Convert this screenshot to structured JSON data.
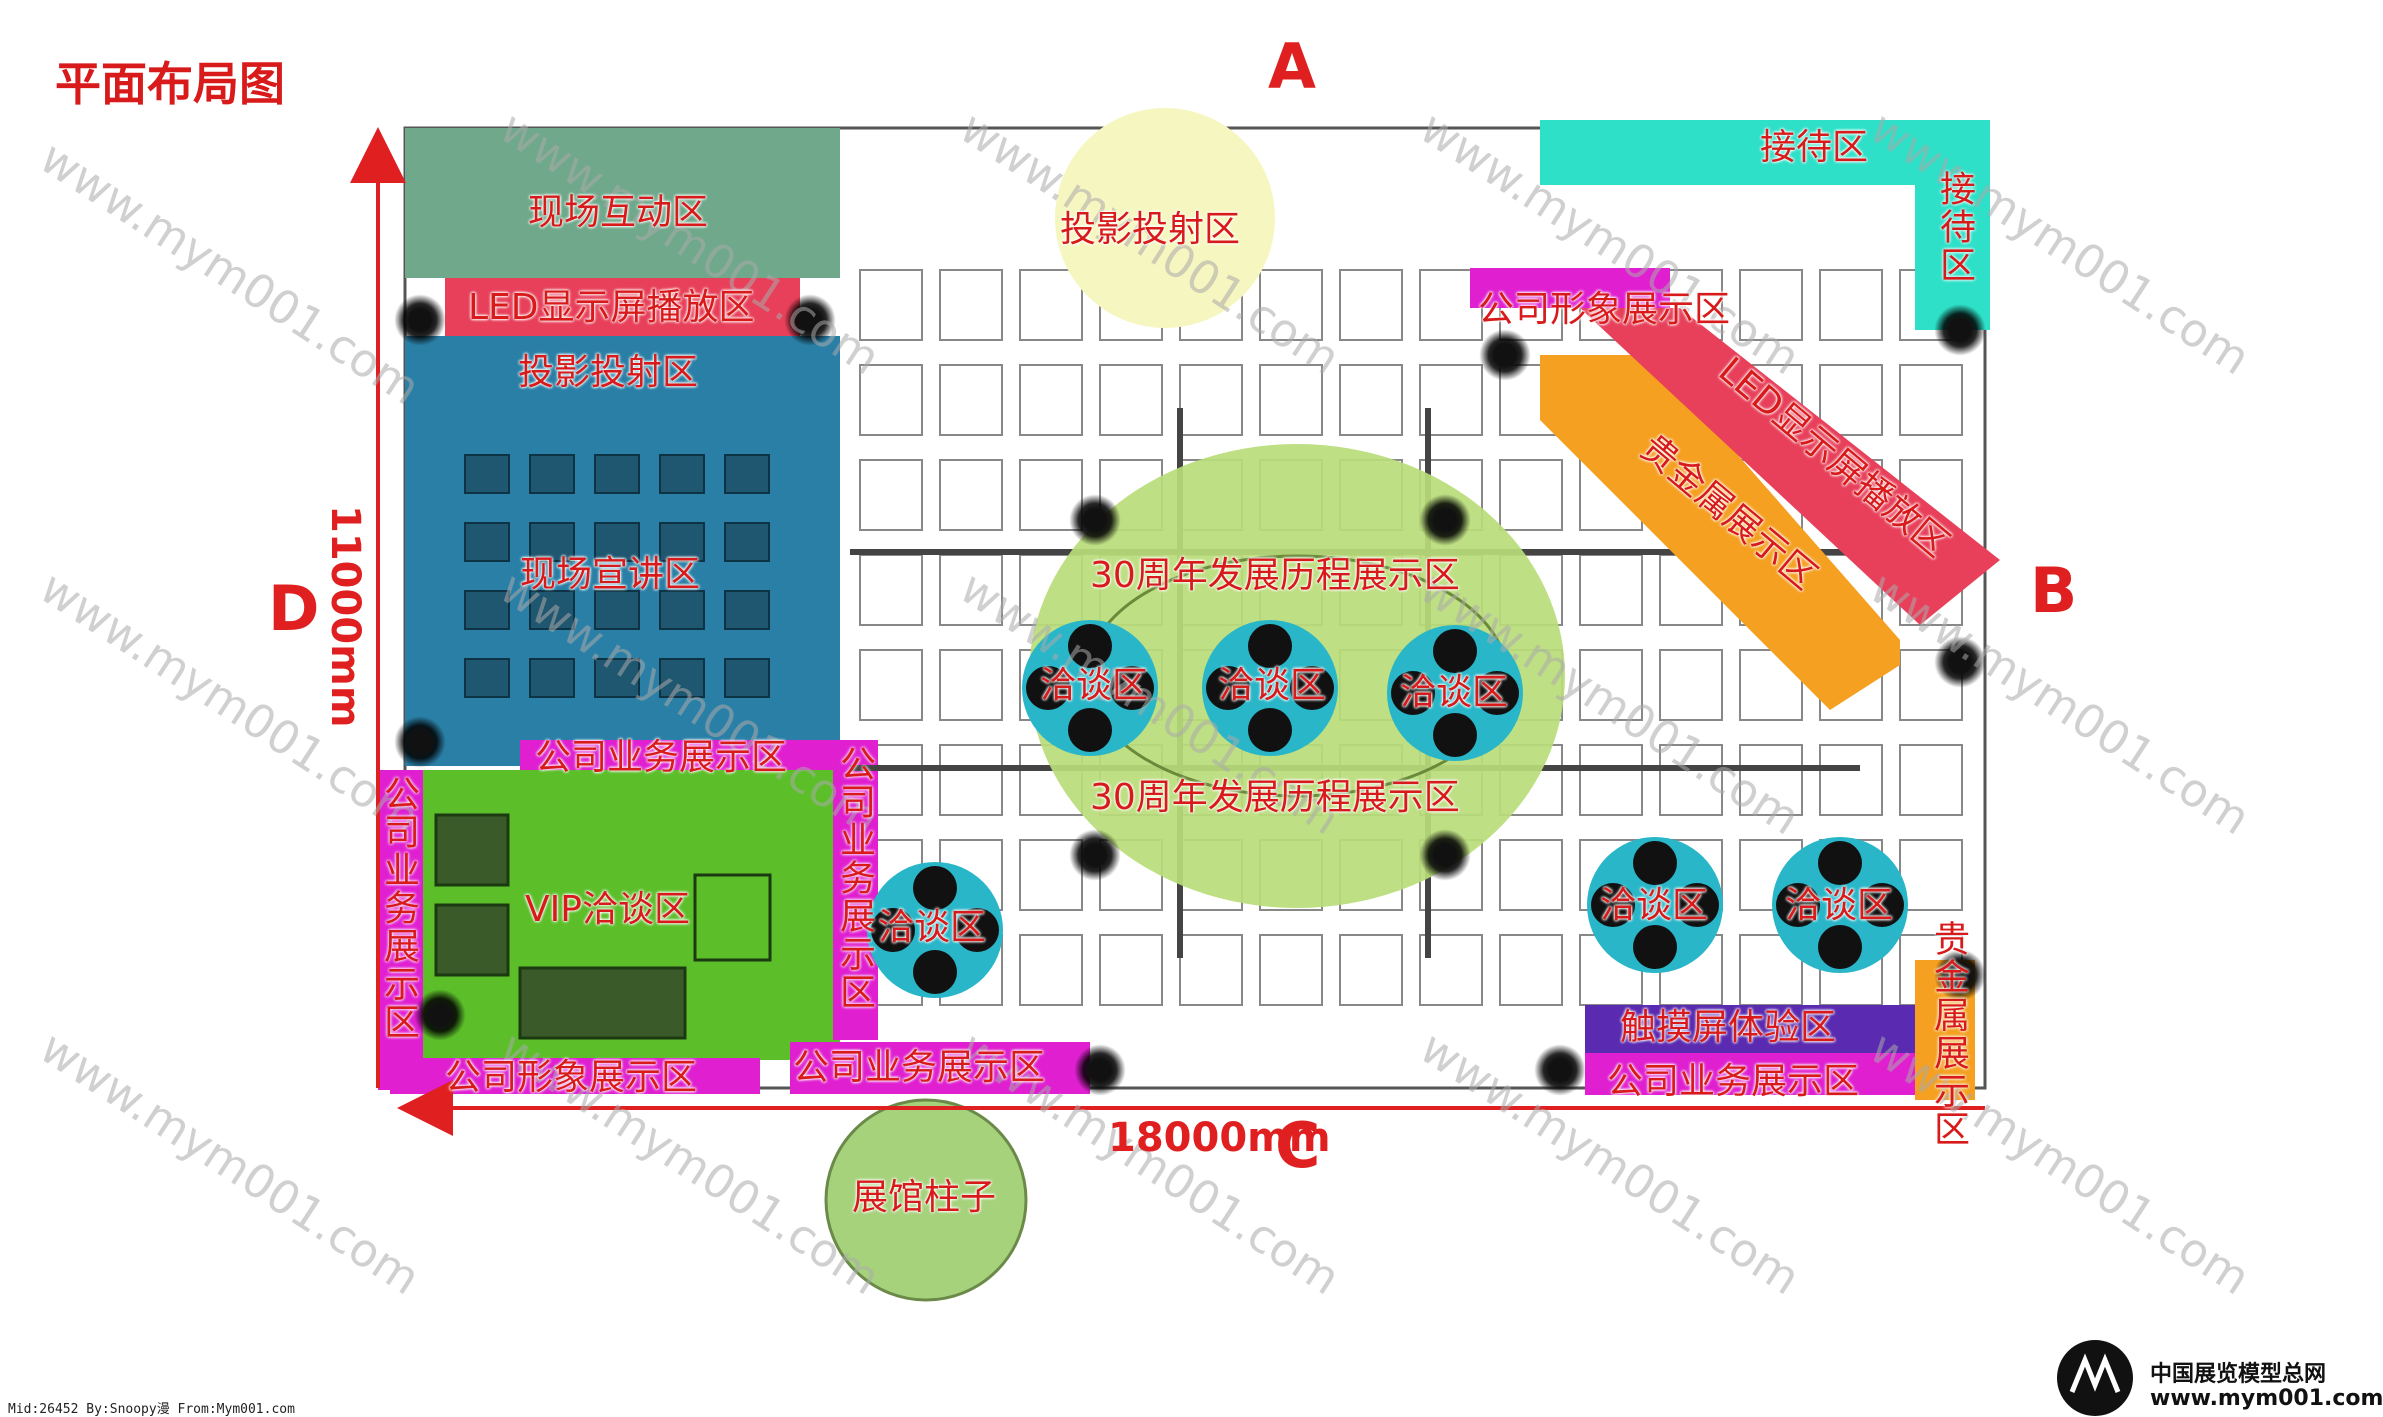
{
  "title": "平面布局图",
  "sides": {
    "top": "A",
    "right": "B",
    "bottom": "C",
    "left": "D"
  },
  "dimensions": {
    "width": "18000mm",
    "height": "11000mm"
  },
  "zones": {
    "interactive": "现场互动区",
    "led_left": "LED显示屏播放区",
    "projection_left": "投影投射区",
    "projection_top": "投影投射区",
    "lecture": "现场宣讲区",
    "business_top_mid": "公司业务展示区",
    "business_left_vertical": "公司业务展示区",
    "business_mid_vertical": "公司业务展示区",
    "vip": "VIP洽谈区",
    "image_bottom_left": "公司形象展示区",
    "business_bottom_mid": "公司业务展示区",
    "history_top": "30周年发展历程展示区",
    "history_bottom": "30周年发展历程展示区",
    "negotiation_1": "洽谈区",
    "negotiation_2": "洽谈区",
    "negotiation_3": "洽谈区",
    "negotiation_4": "洽谈区",
    "negotiation_5": "洽谈区",
    "negotiation_6": "洽谈区",
    "reception_h": "接待区",
    "reception_v": "接待区",
    "image_top_right": "公司形象展示区",
    "led_right": "LED显示屏播放区",
    "metal_right": "贵金属展示区",
    "metal_bottom_right": "贵金属展示区",
    "touch": "触摸屏体验区",
    "business_bottom_right": "公司业务展示区",
    "pillar": "展馆柱子"
  },
  "watermark": "www.mym001.com",
  "footer": {
    "credit": "Mid:26452 By:Snoopy漫 From:Mym001.com",
    "brand_cn": "中国展览模型总网",
    "brand_url": "www.mym001.com"
  },
  "colors": {
    "label": "#d81a1a",
    "interactive": "#6fa88a",
    "led": "#e8405a",
    "lecture": "#2a7fa6",
    "vip": "#5cbf2a",
    "magenta": "#e020d0",
    "history": "#b8dc78",
    "negotiation": "#29b6c8",
    "reception": "#2ee0c8",
    "metal": "#f5a020",
    "touch": "#5a2ab0"
  }
}
